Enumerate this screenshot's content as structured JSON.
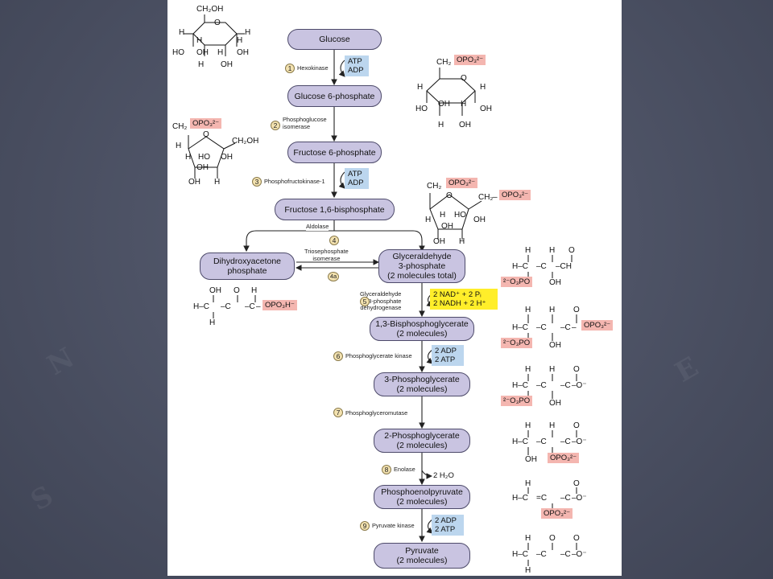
{
  "colors": {
    "slide_bg": "#4b5063",
    "panel_bg": "#ffffff",
    "node_fill": "#c9c4e1",
    "cofactor_fill": "#bcd6ee",
    "redox_fill": "#ffee2a",
    "phosphate_fill": "#f4b6b0",
    "step_badge_fill": "#f3e2b0"
  },
  "nodes": {
    "glucose": "Glucose",
    "g6p": "Glucose 6-phosphate",
    "f6p": "Fructose 6-phosphate",
    "f16bp": "Fructose 1,6-bisphosphate",
    "dhap": "Dihydroxyacetone\nphosphate",
    "gap": "Glyceraldehyde\n3-phosphate\n(2 molecules total)",
    "bpg13": "1,3-Bisphosphoglycerate\n(2 molecules)",
    "pg3": "3-Phosphoglycerate\n(2 molecules)",
    "pg2": "2-Phosphoglycerate\n(2 molecules)",
    "pep": "Phosphoenolpyruvate\n(2 molecules)",
    "pyruvate": "Pyruvate\n(2 molecules)"
  },
  "steps": {
    "s1": {
      "num": "1",
      "enzyme": "Hexokinase"
    },
    "s2": {
      "num": "2",
      "enzyme": "Phosphoglucose\nisomerase"
    },
    "s3": {
      "num": "3",
      "enzyme": "Phosphofructokinase-1"
    },
    "s4": {
      "num": "4",
      "enzyme": "Aldolase"
    },
    "s4a": {
      "num": "4a",
      "enzyme": "Triosephosphate\nisomerase"
    },
    "s5": {
      "num": "5",
      "enzyme": "Glyceraldehyde\n3-phosphate\ndehydrogenase"
    },
    "s6": {
      "num": "6",
      "enzyme": "Phosphoglycerate kinase"
    },
    "s7": {
      "num": "7",
      "enzyme": "Phosphoglyceromutase"
    },
    "s8": {
      "num": "8",
      "enzyme": "Enolase"
    },
    "s9": {
      "num": "9",
      "enzyme": "Pyruvate kinase"
    }
  },
  "cofactors": {
    "s1": "ATP\nADP",
    "s3": "ATP\nADP",
    "s5": "2 NAD⁺ + 2 Pᵢ\n2 NADH + 2 H⁺",
    "s6": "2 ADP\n2 ATP",
    "s8_byproduct": "2 H₂O",
    "s9": "2 ADP\n2 ATP"
  },
  "structures": {
    "ch2oh": "CH₂OH",
    "ch2": "CH₂",
    "opo3": "OPO₃²⁻",
    "opo3h": "OPO₃H⁻",
    "o2po": "²⁻O₃PO",
    "h": "H",
    "o": "O",
    "oh": "OH",
    "ho": "HO",
    "c": "C",
    "ch": "CH",
    "o_minus": "O⁻",
    "h_dash": "H–",
    "h_dash_c": "H–C",
    "dash_c": "–C",
    "dash_ch": "–CH",
    "eq_c": "=C",
    "dash_o_minus": "–O⁻",
    "dash_plain": "–"
  }
}
